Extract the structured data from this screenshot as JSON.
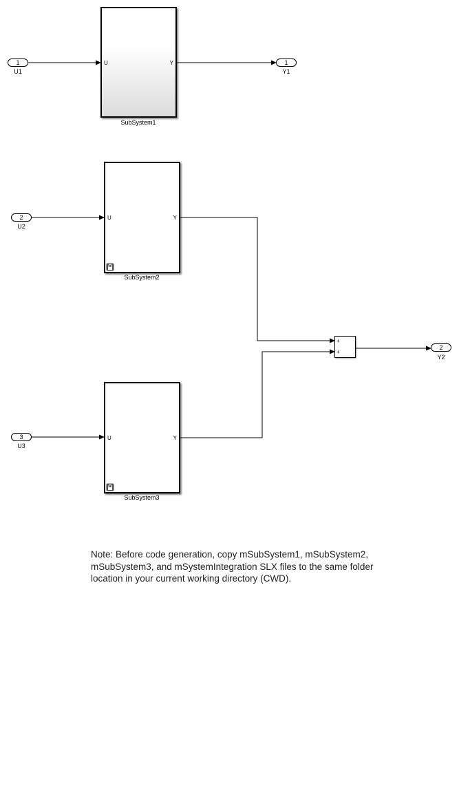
{
  "inports": [
    {
      "number": "1",
      "name": "U1"
    },
    {
      "number": "2",
      "name": "U2"
    },
    {
      "number": "3",
      "name": "U3"
    }
  ],
  "outports": [
    {
      "number": "1",
      "name": "Y1"
    },
    {
      "number": "2",
      "name": "Y2"
    }
  ],
  "subsystems": [
    {
      "name": "SubSystem1",
      "input_label": "U",
      "output_label": "Y",
      "locked": false
    },
    {
      "name": "SubSystem2",
      "input_label": "U",
      "output_label": "Y",
      "locked": true
    },
    {
      "name": "SubSystem3",
      "input_label": "U",
      "output_label": "Y",
      "locked": true
    }
  ],
  "sum_block": {
    "signs": [
      "+",
      "+"
    ]
  },
  "note": "Note: Before code generation, copy mSubSystem1, mSubSystem2, mSubSystem3, and mSystemIntegration SLX files to the same folder location in your current working directory (CWD).",
  "colors": {
    "line": "#000000",
    "background": "#ffffff"
  }
}
